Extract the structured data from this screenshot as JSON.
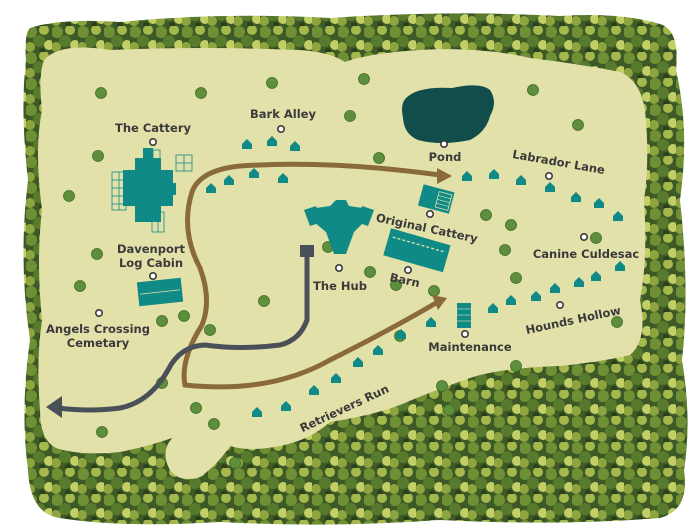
{
  "map": {
    "labels": {
      "the_cattery": "The Cattery",
      "bark_alley": "Bark Alley",
      "pond": "Pond",
      "labrador_lane": "Labrador Lane",
      "original_cattery": "Original Cattery",
      "davenport_line1": "Davenport",
      "davenport_line2": "Log Cabin",
      "the_hub": "The Hub",
      "barn": "Barn",
      "canine_culdesac": "Canine Culdesac",
      "angels_line1": "Angels Crossing",
      "angels_line2": "Cemetary",
      "hounds_hollow": "Hounds Hollow",
      "maintenance": "Maintenance",
      "retrievers_run": "Retrievers Run"
    },
    "colors": {
      "ground": "#e3e1aa",
      "forest_dark": "#2e4a22",
      "forest_mid": "#6f8f34",
      "forest_light": "#b6c65a",
      "building": "#0f8a86",
      "pond": "#114e4b",
      "brown_road": "#8a6a3a",
      "gray_road": "#4a5058",
      "bush": "#5e8f3c",
      "text": "#3a3a3a"
    }
  }
}
